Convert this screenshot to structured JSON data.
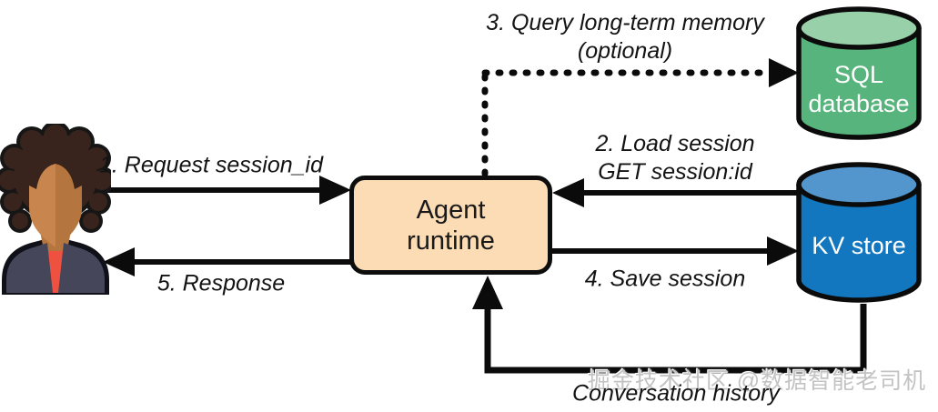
{
  "nodes": {
    "agent_runtime": {
      "line1": "Agent",
      "line2": "runtime"
    },
    "sql_database": {
      "line1": "SQL",
      "line2": "database"
    },
    "kv_store": {
      "label": "KV store"
    },
    "user": {
      "label": "user"
    }
  },
  "arrows": {
    "request": {
      "label": "1. Request session_id"
    },
    "load_session": {
      "line1": "2. Load session",
      "line2": "GET session:id"
    },
    "query_memory": {
      "line1": "3. Query long-term memory",
      "line2": "(optional)"
    },
    "save_session": {
      "label": "4. Save session"
    },
    "response": {
      "label": "5. Response"
    },
    "conversation_history": {
      "label": "Conversation history"
    }
  },
  "watermark": "掘金技术社区 @数据智能老司机",
  "colors": {
    "runtime_fill": "#fcdcb5",
    "sql_body": "#58b47d",
    "sql_top": "#98d0aa",
    "kv_body": "#1377c0",
    "kv_top": "#5396cd",
    "line": "#0b0b0b",
    "shirt": "#ef5140",
    "jacket": "#46465a",
    "skin": "#c8854e",
    "hair": "#38241c"
  }
}
